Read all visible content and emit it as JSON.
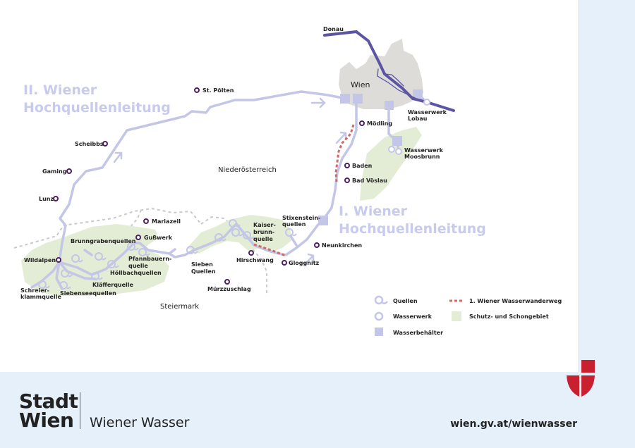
{
  "colors": {
    "pipeline": "#c3c6e6",
    "danube": "#5b55a3",
    "city_fill": "#dedcd8",
    "protection_zone": "#e3ecd4",
    "trail": "#d06a6a",
    "town_marker": "#4b2060",
    "border_dashed": "#c8c8d0",
    "footer_bg": "#e6f0fa",
    "brand_red": "#c8202e"
  },
  "map": {
    "titles": {
      "second_line1": "II. Wiener",
      "second_line2": "Hochquellenleitung",
      "first_line1": "I. Wiener",
      "first_line2": "Hochquellenleitung"
    },
    "river": "Donau",
    "city": "Wien",
    "regions": {
      "lower_austria": "Niederösterreich",
      "styria": "Steiermark"
    },
    "towns": {
      "st_poelten": "St. Pölten",
      "scheibbs": "Scheibbs",
      "gaming": "Gaming",
      "lunz": "Lunz",
      "wildalpen": "Wildalpen",
      "mariazell": "Mariazell",
      "gusswerk": "Gußwerk",
      "muerzzuschlag": "Mürzzuschlag",
      "hirschwang": "Hirschwang",
      "gloggnitz": "Gloggnitz",
      "neunkirchen": "Neunkirchen",
      "baden": "Baden",
      "bad_voeslau": "Bad Vöslau",
      "moedling": "Mödling"
    },
    "springs": {
      "brunngraben_quellen": "Brunngrabenquellen",
      "pfannbauern_1": "Pfannbauern-",
      "pfannbauern_2": "quelle",
      "hoellbach": "Höllbachquellen",
      "klaeffer": "Kläfferquelle",
      "siebensee": "Siebenseequellen",
      "schreier_1": "Schreier-",
      "schreier_2": "klammquelle",
      "sieben_1": "Sieben",
      "sieben_2": "Quellen",
      "kaiser_1": "Kaiser-",
      "kaiser_2": "brunn-",
      "kaiser_3": "quelle",
      "stixen_1": "Stixenstein-",
      "stixen_2": "quellen"
    },
    "waterworks": {
      "lobau_1": "Wasserwerk",
      "lobau_2": "Lobau",
      "moosbrunn_1": "Wasserwerk",
      "moosbrunn_2": "Moosbrunn"
    }
  },
  "legend": {
    "springs": "Quellen",
    "waterworks": "Wasserwerk",
    "reservoir": "Wasserbehälter",
    "trail": "1. Wiener Wasserwanderweg",
    "protection": "Schutz- und Schongebiet"
  },
  "footer": {
    "logo_line1": "Stadt",
    "logo_line2": "Wien",
    "subtitle": "Wiener Wasser",
    "url": "wien.gv.at/wienwasser"
  }
}
